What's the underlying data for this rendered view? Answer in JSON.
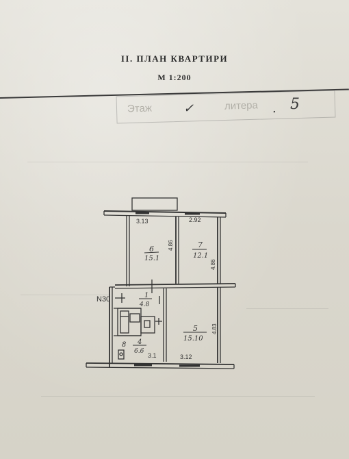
{
  "document": {
    "title": "II. ПЛАН КВАРТИРИ",
    "scale": "М 1:200"
  },
  "stamp": {
    "floor_label": "Этаж",
    "floor_mark": "✓",
    "letter_label": "литера",
    "letter_value": "5"
  },
  "plan": {
    "rooms": [
      {
        "number": "6",
        "area": "15.1"
      },
      {
        "number": "7",
        "area": "12.1"
      },
      {
        "number": "1",
        "area": "4.8"
      },
      {
        "number": "5",
        "area": "15.10"
      },
      {
        "number": "4",
        "area": "6.6"
      },
      {
        "number": "8",
        "area": ""
      }
    ],
    "dimensions": {
      "top_left": "3.13",
      "top_right": "2.92",
      "room6_side": "4.86",
      "room7_side": "4.86",
      "room5_side": "4.83",
      "bottom_mid": "3.1",
      "bottom_right": "3.12"
    },
    "entrance": "N30"
  }
}
